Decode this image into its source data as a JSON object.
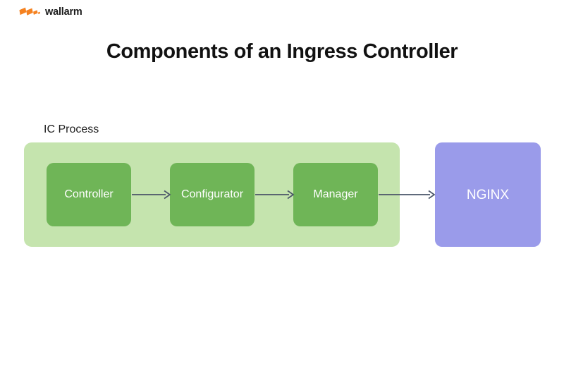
{
  "brand": {
    "name": "wallarm",
    "logo_icon": "wallarm-bolt-icon",
    "logo_color": "#f58220",
    "text_color": "#1b1b1b"
  },
  "title": "Components of an Ingress Controller",
  "diagram": {
    "type": "flow",
    "group": {
      "label": "IC Process",
      "color": "#c5e4ae"
    },
    "nodes": [
      {
        "id": "controller",
        "label": "Controller",
        "color": "#6fb557",
        "text_color": "#ffffff"
      },
      {
        "id": "configurator",
        "label": "Configurator",
        "color": "#6fb557",
        "text_color": "#ffffff"
      },
      {
        "id": "manager",
        "label": "Manager",
        "color": "#6fb557",
        "text_color": "#ffffff"
      },
      {
        "id": "nginx",
        "label": "NGINX",
        "color": "#9a9bea",
        "text_color": "#ffffff"
      }
    ],
    "edges": [
      {
        "from": "controller",
        "to": "configurator"
      },
      {
        "from": "configurator",
        "to": "manager"
      },
      {
        "from": "manager",
        "to": "nginx"
      }
    ],
    "arrow_color": "#4a5568"
  },
  "background_color": "#ffffff"
}
